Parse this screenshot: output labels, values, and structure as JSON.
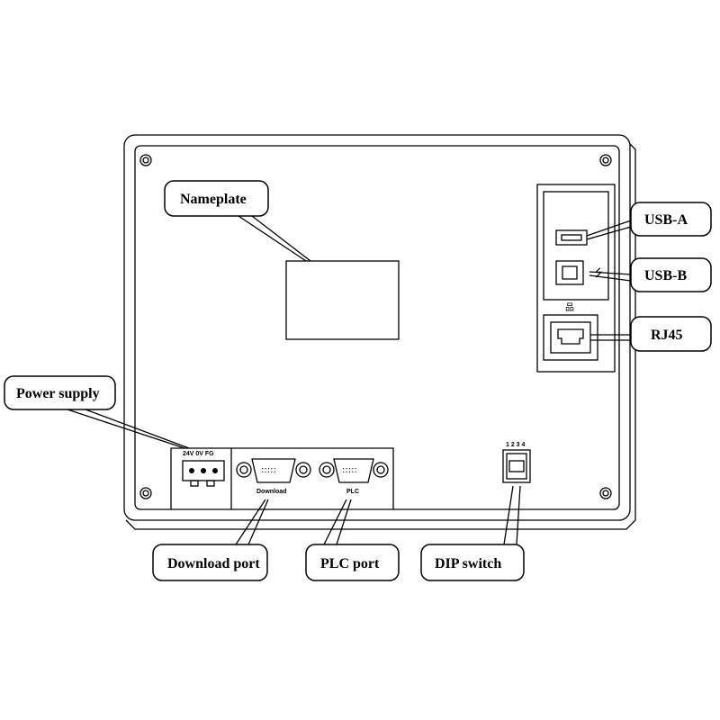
{
  "callouts": {
    "nameplate": "Nameplate",
    "power_supply": "Power supply",
    "download_port": "Download port",
    "plc_port": "PLC port",
    "dip_switch": "DIP switch",
    "usb_a": "USB-A",
    "usb_b": "USB-B",
    "rj45": "RJ45"
  },
  "panel_labels": {
    "power_terminals": "24V 0V FG",
    "download": "Download",
    "plc": "PLC",
    "dip_numbers": "1 2 3 4"
  }
}
